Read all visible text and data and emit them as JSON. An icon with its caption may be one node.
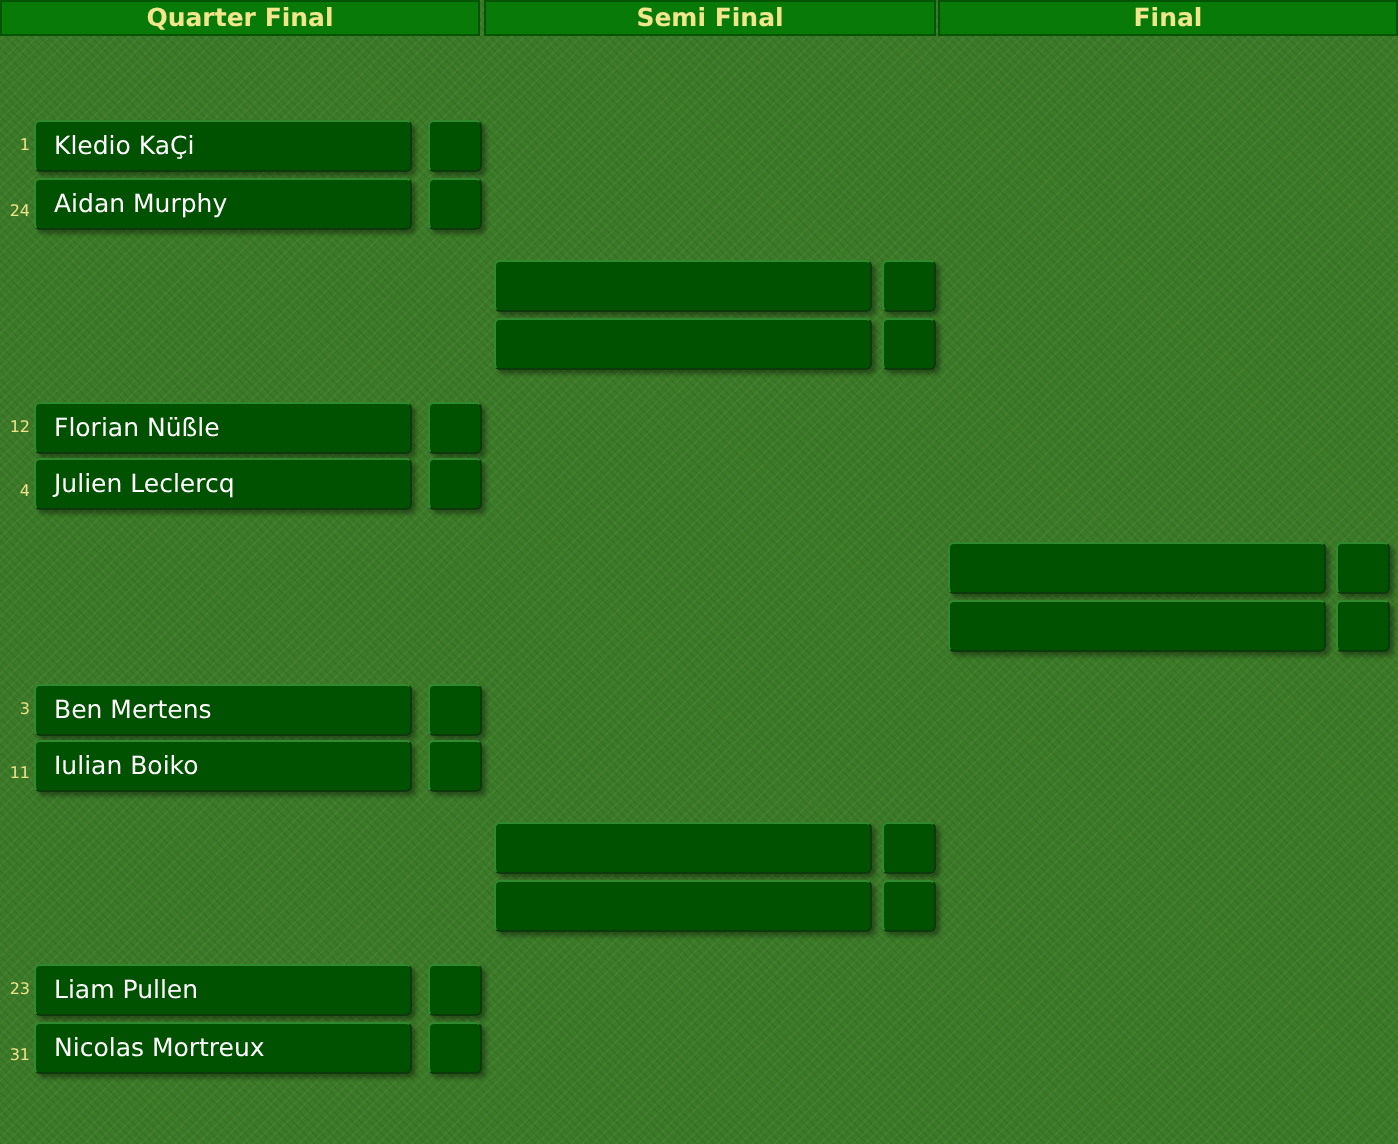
{
  "diagram": {
    "nodes": [
      {
        "text": [
          "Quarter Final"
        ]
      },
      {
        "text": [
          "Semi Final"
        ]
      },
      {
        "text": [
          "Final"
        ]
      },
      {
        "text": [
          "Kledio KaÇi"
        ],
        "beside": [
          "1"
        ]
      },
      {
        "text": [],
        "shape": "box"
      },
      {
        "text": [
          "Aidan Murphy"
        ],
        "beside": [
          "24"
        ]
      },
      {
        "text": [],
        "shape": "box"
      },
      {
        "text": [
          "Florian Nüßle"
        ],
        "beside": [
          "12"
        ]
      },
      {
        "text": [],
        "shape": "box"
      },
      {
        "text": [
          "Julien Leclercq"
        ],
        "beside": [
          "4"
        ]
      },
      {
        "text": [],
        "shape": "box"
      },
      {
        "text": [
          "Ben Mertens"
        ],
        "beside": [
          "3"
        ]
      },
      {
        "text": [],
        "shape": "box"
      },
      {
        "text": [
          "Iulian Boiko"
        ],
        "beside": [
          "11"
        ]
      },
      {
        "text": [],
        "shape": "box"
      },
      {
        "text": [
          "Liam Pullen"
        ],
        "beside": [
          "23"
        ]
      },
      {
        "text": [],
        "shape": "box"
      },
      {
        "text": [
          "Nicolas Mortreux"
        ],
        "beside": [
          "31"
        ]
      },
      {
        "text": [],
        "shape": "box"
      },
      {
        "text": [],
        "shape": "box"
      },
      {
        "text": [],
        "shape": "box"
      },
      {
        "text": [],
        "shape": "box"
      },
      {
        "text": [],
        "shape": "box"
      },
      {
        "text": [],
        "shape": "box"
      },
      {
        "text": [],
        "shape": "box"
      },
      {
        "text": [],
        "shape": "box"
      },
      {
        "text": [],
        "shape": "box"
      },
      {
        "text": [],
        "shape": "box"
      },
      {
        "text": [],
        "shape": "box"
      },
      {
        "text": [],
        "shape": "box"
      },
      {
        "text": [],
        "shape": "box"
      }
    ]
  }
}
